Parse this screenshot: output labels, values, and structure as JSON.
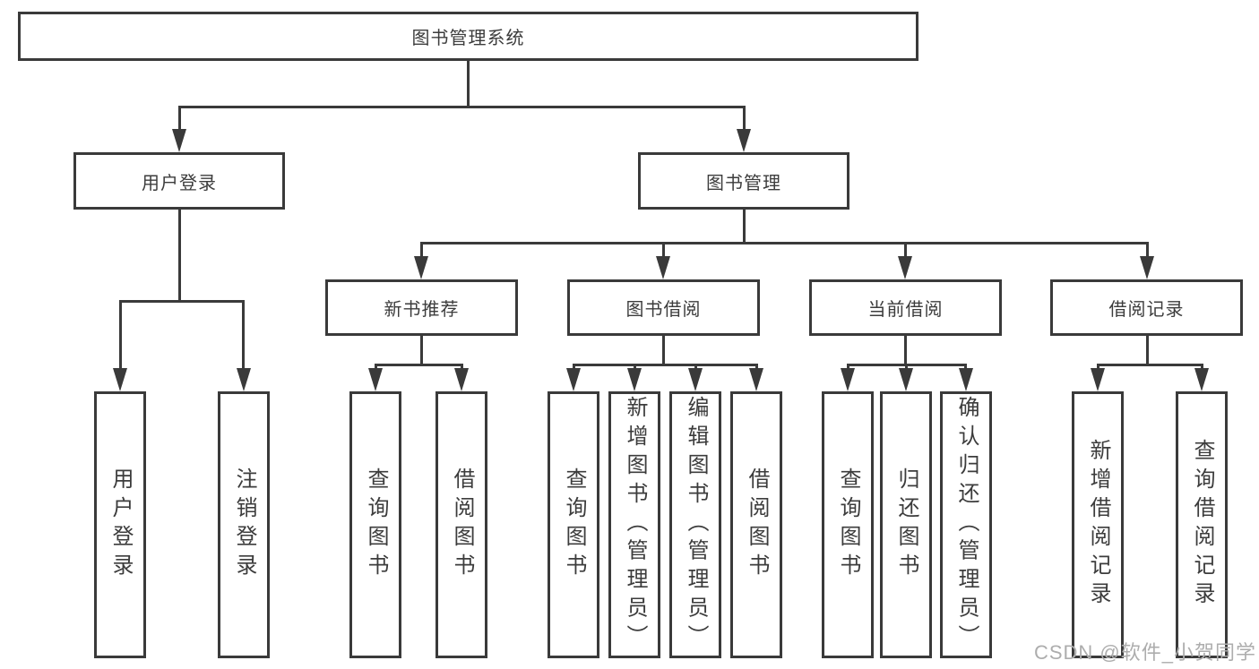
{
  "tree": {
    "label": "图书管理系统",
    "children": [
      {
        "label": "用户登录",
        "children": [
          {
            "label": "用户登录"
          },
          {
            "label": "注销登录"
          }
        ]
      },
      {
        "label": "图书管理",
        "children": [
          {
            "label": "新书推荐",
            "children": [
              {
                "label": "查询图书"
              },
              {
                "label": "借阅图书"
              }
            ]
          },
          {
            "label": "图书借阅",
            "children": [
              {
                "label": "查询图书"
              },
              {
                "label": "新增图书（管理员）"
              },
              {
                "label": "编辑图书（管理员）"
              },
              {
                "label": "借阅图书"
              }
            ]
          },
          {
            "label": "当前借阅",
            "children": [
              {
                "label": "查询图书"
              },
              {
                "label": "归还图书"
              },
              {
                "label": "确认归还（管理员）"
              }
            ]
          },
          {
            "label": "借阅记录",
            "children": [
              {
                "label": "新增借阅记录"
              },
              {
                "label": "查询借阅记录"
              }
            ]
          }
        ]
      }
    ]
  },
  "watermark": "CSDN @软件_小贺同学",
  "colors": {
    "line": "#3a3a3a",
    "box_background": "#ffffff",
    "page_background": "#ffffff",
    "watermark": "#adadad"
  }
}
